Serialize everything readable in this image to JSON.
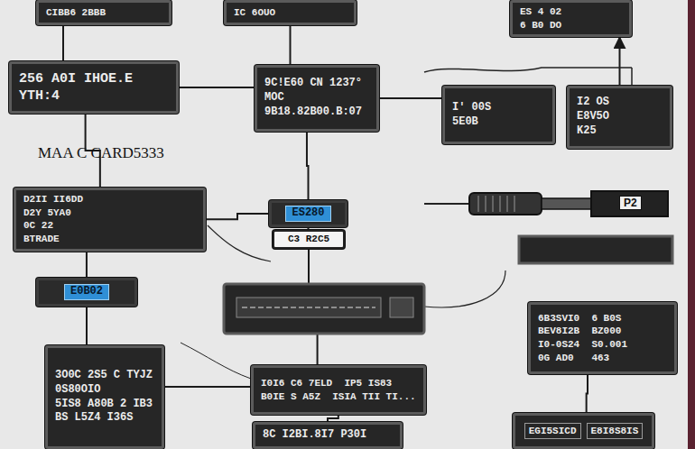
{
  "diagram": {
    "nodes": [
      {
        "text": [
          "CIBB6 2BBB"
        ]
      },
      {
        "text": [
          "IC 6OUO"
        ]
      },
      {
        "text": [
          "ES 4 02",
          "6 B0 DO"
        ]
      },
      {
        "text": [
          "256 A0I IHOE.E",
          "YTH:4"
        ]
      },
      {
        "text": [
          "9C!E60 CN 1237°",
          "MOC",
          "9B18.82B00.B:07"
        ]
      },
      {
        "text": [
          "I' 00S",
          "5E0B"
        ]
      },
      {
        "text": [
          "I2 OS",
          "E8V5O",
          "K25"
        ]
      },
      {
        "text": [
          "D2II II6DD",
          "D2Y 5YA0",
          "0C 22",
          "BTRADE"
        ]
      },
      {
        "text": [
          "ES280"
        ]
      },
      {
        "text": [
          "C3 R2C5"
        ]
      },
      {
        "text": [
          "E0B02"
        ]
      },
      {
        "text": [
          "6B3SVI0  6 B0S",
          "BEV8I2B  BZ000",
          "I0-0S24  S0.001",
          "0G AD0   463"
        ]
      },
      {
        "text": [
          "3O0C 2S5 C TYJZ",
          "0S80OIO",
          "5IS8 A80B 2 IB3",
          "BS L5Z4 I36S"
        ]
      },
      {
        "text": [
          "I0I6 C6 7ELD  IP5 IS83",
          "B0IE S A5Z  ISIA TII TI..."
        ]
      },
      {
        "text": [
          "8C I2BI.8I7 P30I"
        ]
      },
      {
        "text": [
          "EGI5SICD",
          "E8I8S8IS"
        ]
      }
    ],
    "edges": [
      {
        "from": 0,
        "to": 3,
        "arrow": "none"
      },
      {
        "from": 1,
        "to": 4,
        "arrow": "none"
      },
      {
        "from": 6,
        "to": 2,
        "arrow": "to"
      },
      {
        "from": 3,
        "to": 4,
        "arrow": "none"
      },
      {
        "from": 4,
        "to": 5,
        "arrow": "none"
      },
      {
        "from": 4,
        "to": 8,
        "arrow": "none"
      },
      {
        "from": 8,
        "to": 9,
        "arrow": "none"
      },
      {
        "from": 3,
        "to": 7,
        "arrow": "none"
      },
      {
        "from": 7,
        "to": 10,
        "arrow": "none"
      },
      {
        "from": 10,
        "to": 12,
        "arrow": "none"
      },
      {
        "from": 9,
        "to": 13,
        "arrow": "none"
      },
      {
        "from": 13,
        "to": 14,
        "arrow": "none"
      },
      {
        "from": 11,
        "to": 15,
        "arrow": "none"
      },
      {
        "from": 7,
        "to": 8,
        "arrow": "none"
      },
      {
        "from": 12,
        "to": 13,
        "arrow": "none"
      }
    ],
    "labels": [
      "MAA C CARD5333",
      "P2"
    ]
  }
}
